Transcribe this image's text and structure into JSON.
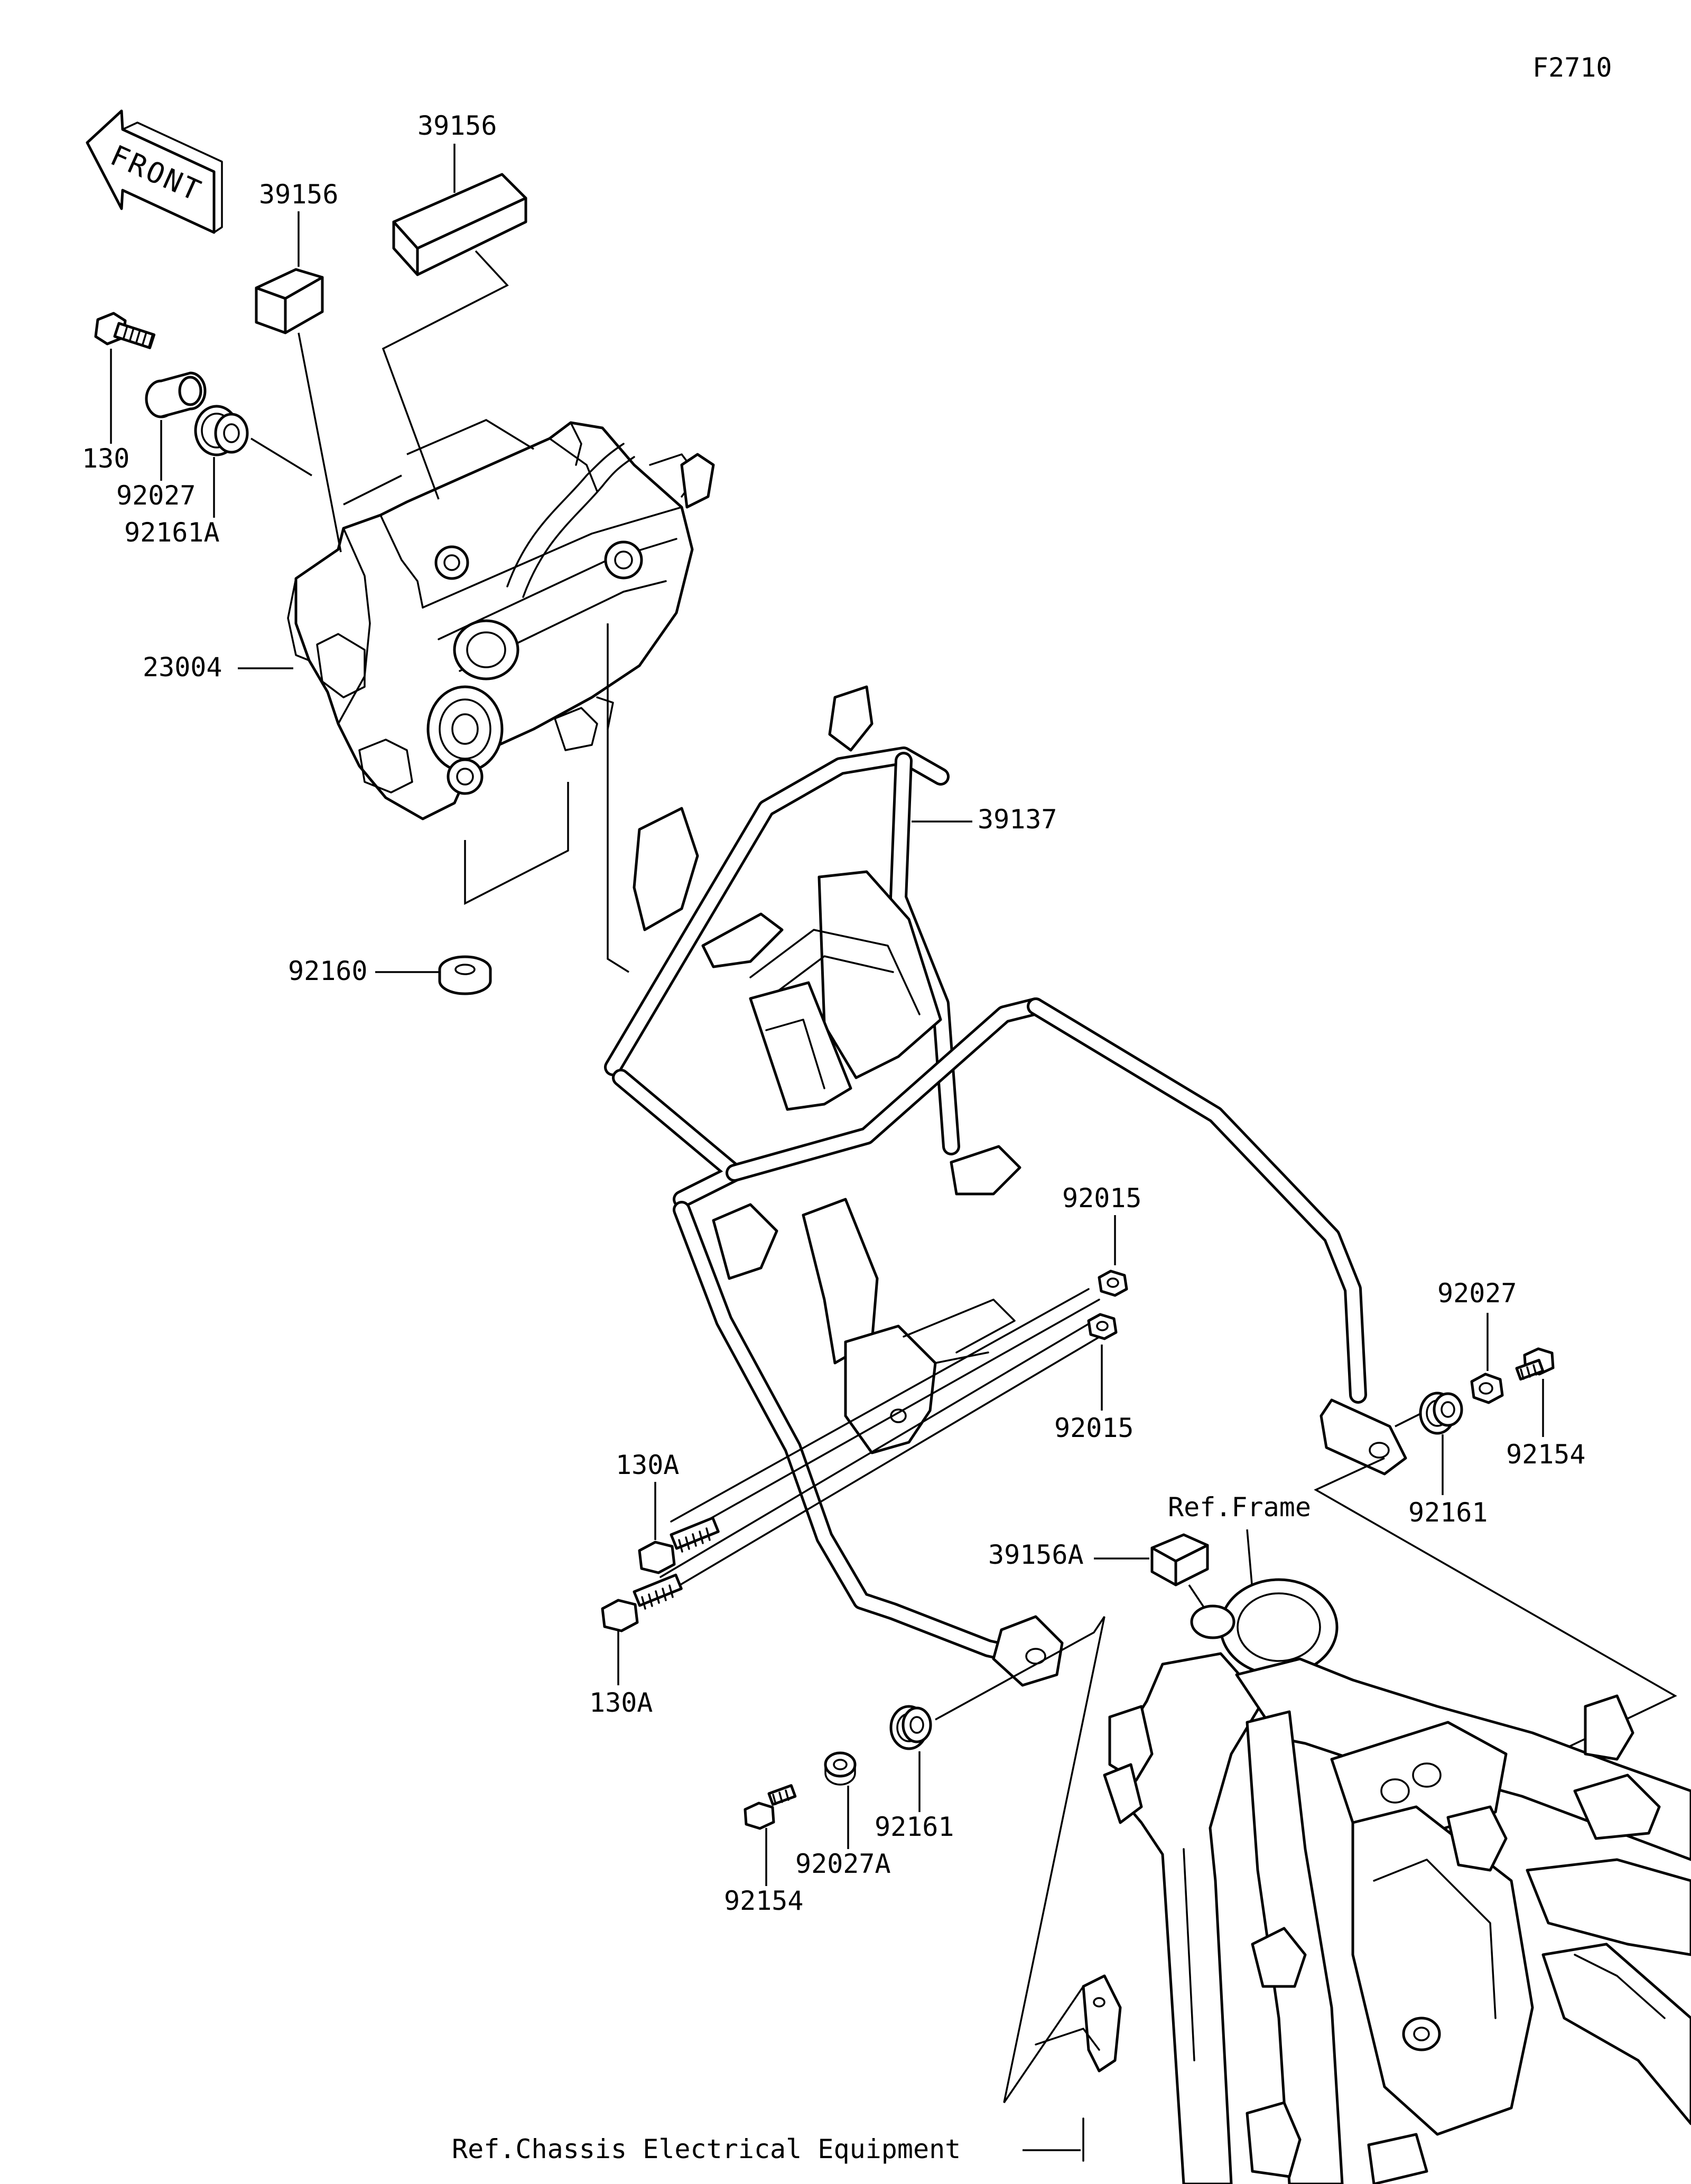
{
  "diagram_id": "F2710",
  "front_label": "FRONT",
  "references": {
    "frame": "Ref.Frame",
    "chassis": "Ref.Chassis Electrical Equipment"
  },
  "parts": {
    "p39156_top": "39156",
    "p39156_left": "39156",
    "p39156A": "39156A",
    "p130": "130",
    "p130A_upper": "130A",
    "p130A_lower": "130A",
    "p92027_left": "92027",
    "p92027_right": "92027",
    "p92027A": "92027A",
    "p92161A": "92161A",
    "p92161_right": "92161",
    "p92161_lower": "92161",
    "p23004": "23004",
    "p39137": "39137",
    "p92160": "92160",
    "p92015_upper": "92015",
    "p92015_lower": "92015",
    "p92154_right": "92154",
    "p92154_lower": "92154"
  }
}
